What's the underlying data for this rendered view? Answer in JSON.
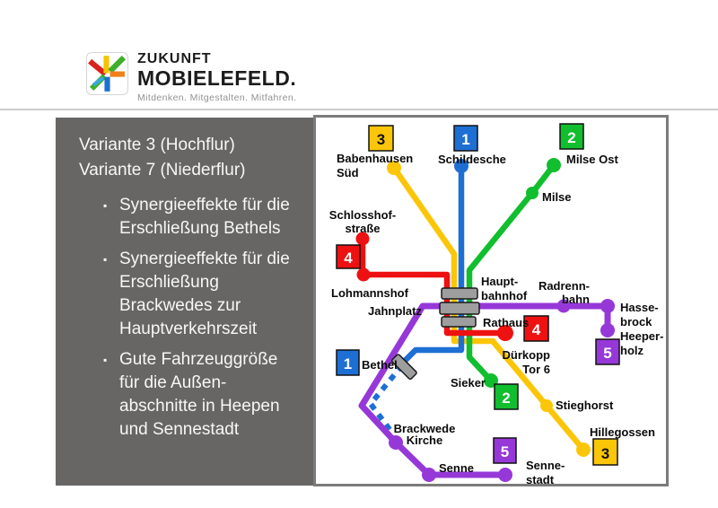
{
  "logo": {
    "icon": "transit-junction-icon",
    "title_line1": "ZUKUNFT",
    "title_line2": "MOBIELEFELD.",
    "tagline": "Mitdenken. Mitgestalten. Mitfahren."
  },
  "panel": {
    "background": "#676665",
    "heading_line1": "Variante 3 (Hochflur)",
    "heading_line2": "Variante 7 (Niederflur)",
    "bullet_marker": "▪",
    "bullets": [
      "Synergieeffekte für die Erschließung Bethels",
      "Synergieeffekte für die Erschließung Brackwedes zur Hauptverkehrszeit",
      "Gute Fahrzeuggröße für die Außen-abschnitte in Heepen und Sennestadt"
    ]
  },
  "map": {
    "colors": {
      "line1_blue": "#1D6FD4",
      "line2_green": "#10BE2E",
      "line3_yellow": "#FCC608",
      "line4_red": "#EE1111",
      "line5_purple": "#9638D8",
      "interchange_gray": "#9E9E9E"
    },
    "badges": {
      "line1": "1",
      "line2": "2",
      "line3": "3",
      "line4": "4",
      "line5": "5"
    },
    "stations": {
      "babenhausen_sued": {
        "line1": "Babenhausen",
        "line2": "Süd"
      },
      "schildesche": {
        "line1": "Schildesche"
      },
      "milse_ost": {
        "line1": "Milse Ost"
      },
      "milse": {
        "line1": "Milse"
      },
      "schlosshofstrasse": {
        "line1": "Schlosshof-",
        "line2": "straße"
      },
      "lohmannshof": {
        "line1": "Lohmannshof"
      },
      "jahnplatz": {
        "line1": "Jahnplatz"
      },
      "hauptbahnhof": {
        "line1": "Haupt-",
        "line2": "bahnhof"
      },
      "rathaus": {
        "line1": "Rathaus"
      },
      "radrennbahn": {
        "line1": "Radrenn-",
        "line2": "bahn"
      },
      "hassebrock": {
        "line1": "Hasse-",
        "line2": "brock"
      },
      "heeperholz": {
        "line1": "Heeper-",
        "line2": "holz"
      },
      "duerkopp_tor6": {
        "line1": "Dürkopp",
        "line2": "Tor 6"
      },
      "bethel": {
        "line1": "Bethel"
      },
      "sieker": {
        "line1": "Sieker"
      },
      "stieghorst": {
        "line1": "Stieghorst"
      },
      "hillegossen": {
        "line1": "Hillegossen"
      },
      "brackwede_kirche": {
        "line1": "Brackwede",
        "line2": "Kirche"
      },
      "senne": {
        "line1": "Senne"
      },
      "sennestadt": {
        "line1": "Senne-",
        "line2": "stadt"
      }
    }
  }
}
